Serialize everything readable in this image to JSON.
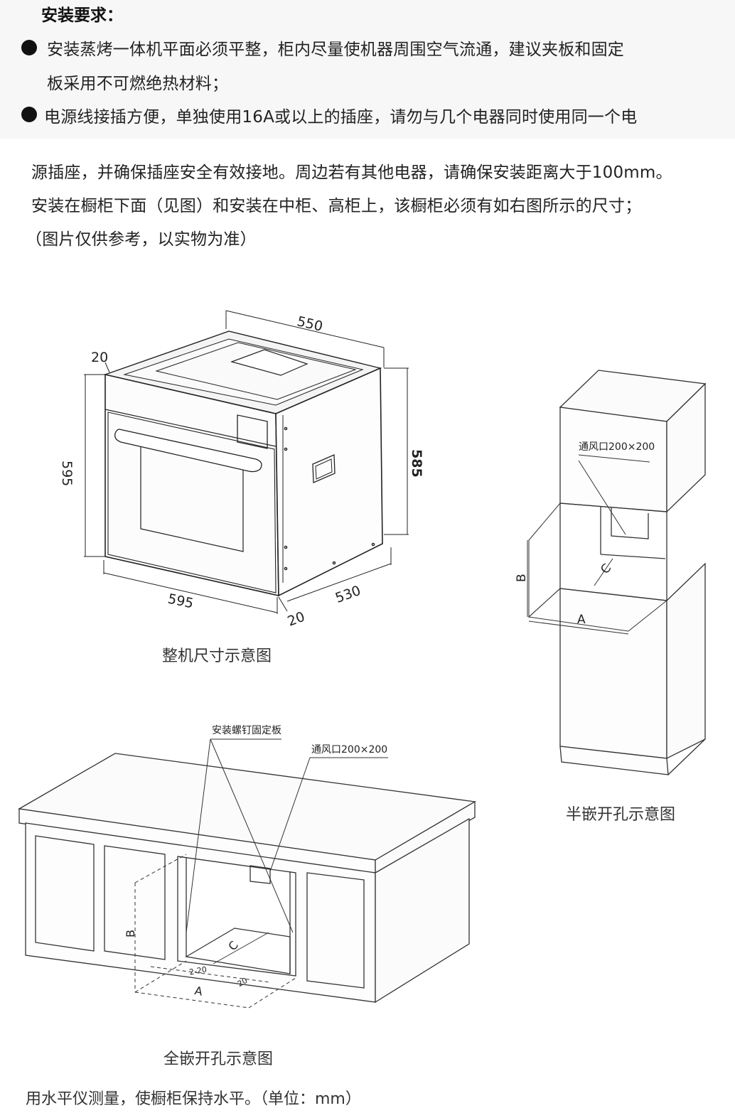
{
  "heading": "安装要求：",
  "bullets": {
    "b1_line1": "安装蒸烤一体机平面必须平整，柜内尽量使机器周围空气流通，建议夹板和固定",
    "b1_line2": "板采用不可燃绝热材料；",
    "b2_line1": "电源线接插方便，单独使用16A或以上的插座，请勿与几个电器同时使用同一个电",
    "b2_line2": "源插座，并确保插座安全有效接地。周边若有其他电器，请确保安装距离大于100mm。",
    "b2_line3": "安装在橱柜下面（见图）和安装在中柜、高柜上，该橱柜必须有如右图所示的尺寸；",
    "b2_line4": "（图片仅供参考，以实物为准）"
  },
  "machine_diagram": {
    "dims": {
      "depth_top": "550",
      "top_offset": "20",
      "height_left": "595",
      "height_right": "585",
      "width_front": "595",
      "depth_bottom": "530",
      "bottom_offset": "20"
    },
    "caption": "整机尺寸示意图"
  },
  "half_diagram": {
    "vent_label": "通风口200×200",
    "labels": {
      "a": "A",
      "b": "B",
      "c": "C"
    },
    "caption": "半嵌开孔示意图"
  },
  "full_diagram": {
    "screw_label": "安装螺钉固定板",
    "vent_label": "通风口200×200",
    "labels": {
      "a": "A",
      "b": "B",
      "c": "C",
      "gap1": "2-20",
      "gap2": "20"
    },
    "caption": "全嵌开孔示意图"
  },
  "footer": "用水平仪测量，使橱柜保持水平。（单位：mm）"
}
